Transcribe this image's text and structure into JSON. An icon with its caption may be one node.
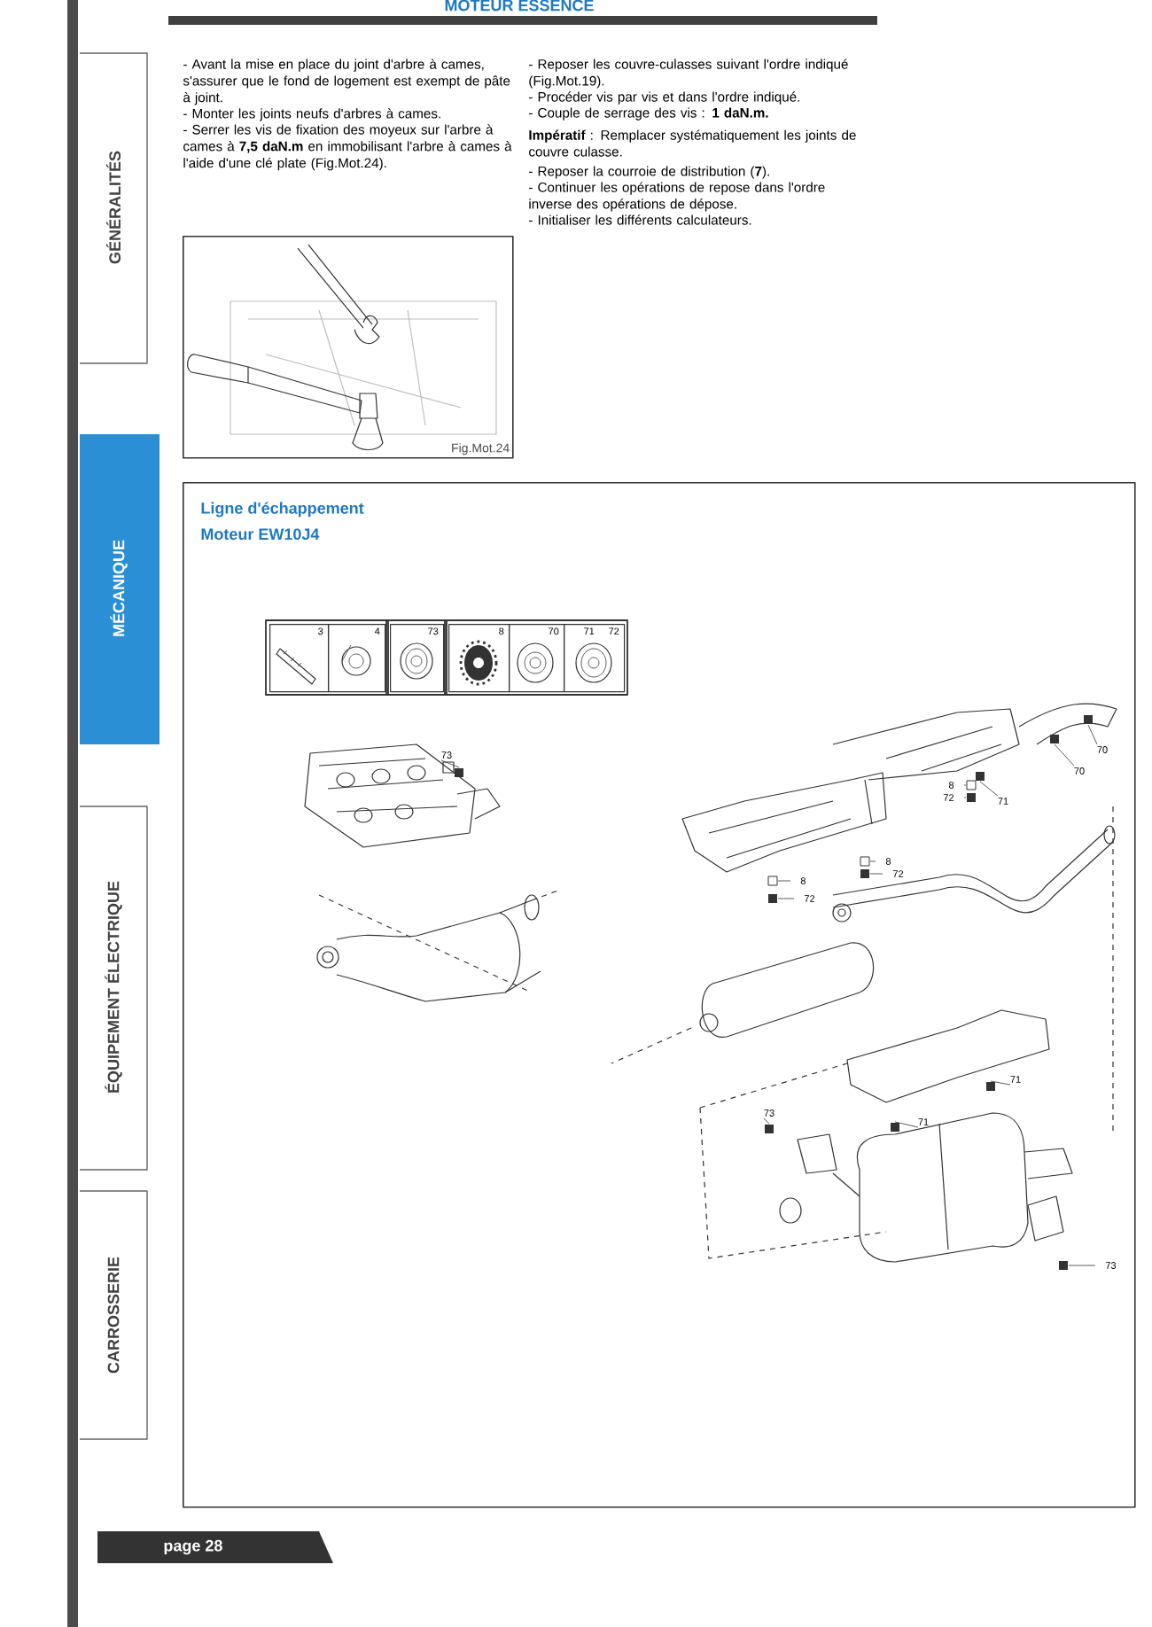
{
  "diagram": {
    "nodes": [
      {
        "text": [
          "Fig.Mot.24"
        ]
      },
      {
        "text": [
          "Ligne d'échappement",
          "Moteur EW10J4"
        ]
      },
      {
        "text": [
          "3"
        ],
        "in": 1
      },
      {
        "text": [
          "4"
        ],
        "in": 1
      },
      {
        "text": [
          "73"
        ],
        "in": 1
      },
      {
        "text": [
          "8"
        ],
        "in": 1
      },
      {
        "text": [
          "70"
        ],
        "in": 1
      },
      {
        "text": [
          "71",
          "72"
        ],
        "in": 1
      }
    ],
    "labels": [
      "MOTEUR ESSENCE",
      "- Avant la mise en place du joint d'arbre à cames, s'assurer que le fond de logement est exempt de pâte à joint.",
      "- Monter les joints neufs d'arbres à cames.",
      "- Serrer les vis de fixation des moyeux sur l'arbre à cames à **7,5 daN.m** en immobilisant l'arbre à cames à l'aide d'une clé plate (Fig.Mot.24).",
      "- Reposer les couvre-culasses suivant l'ordre indiqué (Fig.Mot.19).",
      "- Procéder vis par vis et dans l'ordre indiqué.",
      "- Couple de serrage des vis : **1 daN.m.**",
      "**Impératif** : Remplacer systématiquement les joints de couvre culasse.",
      "- Reposer la courroie de distribution (**7**).",
      "- Continuer les opérations de repose dans l'ordre inverse des opérations de dépose.",
      "- Initialiser les différents calculateurs.",
      "GÉNÉRALITÉS",
      "MÉCANIQUE",
      "ÉQUIPEMENT ÉLECTRIQUE",
      "CARROSSERIE",
      "73",
      "70",
      "70",
      "8",
      "72",
      "71",
      "8",
      "72",
      "8",
      "72",
      "71",
      "73",
      "71",
      "73",
      "page 28"
    ]
  }
}
